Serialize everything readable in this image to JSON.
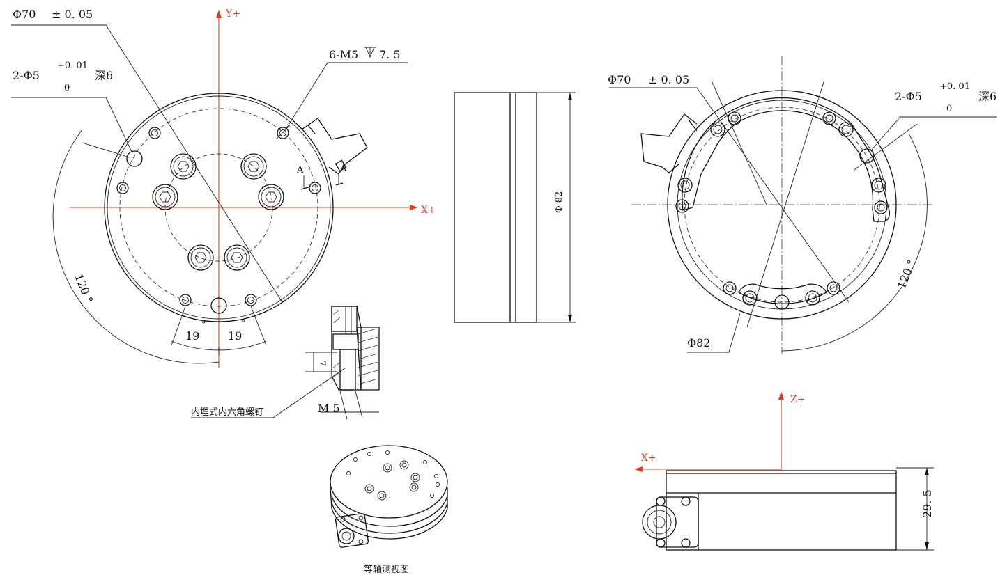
{
  "colors": {
    "axis": "#e53a1e",
    "line": "#111111",
    "background": "#ffffff"
  },
  "top_view": {
    "dia70": "Φ70",
    "tol_dia70": "± 0. 05",
    "holes_label": "2-Φ5",
    "tol_upper": "+0. 01",
    "tol_lower": "0",
    "depth": "深6",
    "thread": "6-M5",
    "thread_depth": "7. 5",
    "section_mark": "A",
    "angle": "120 °",
    "ang_left": "19",
    "ang_right": "19",
    "deg": "°",
    "axis_y": "Y+",
    "axis_x": "X+"
  },
  "section_view": {
    "depth": "7",
    "thread": "M 5",
    "note": "内埋式内六角螺钉"
  },
  "side_view": {
    "dia82": "Φ 82"
  },
  "bottom_view": {
    "dia70": "Φ70",
    "tol_dia70": "± 0. 05",
    "holes_label": "2-Φ5",
    "tol_upper": "+0. 01",
    "tol_lower": "0",
    "depth": "深6",
    "angle": "120 °",
    "dia82": "Φ82"
  },
  "front_view": {
    "axis_z": "Z+",
    "axis_x": "X+",
    "height": "29. 5"
  },
  "iso_view": {
    "caption": "等轴测视图"
  }
}
